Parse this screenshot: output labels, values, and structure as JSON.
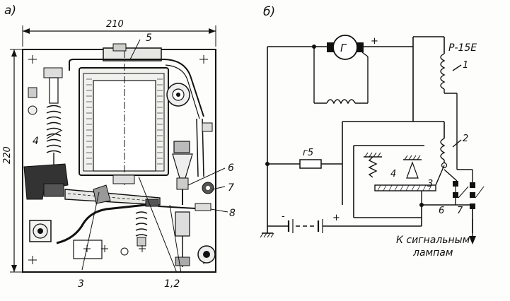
{
  "left_panel": {
    "label": "а)",
    "dim_width": "210",
    "dim_height": "220",
    "callouts": {
      "c5": "5",
      "c4": "4",
      "c6": "6",
      "c7": "7",
      "c8": "8",
      "c3": "3",
      "c12": "1,2"
    }
  },
  "right_panel": {
    "label": "б)",
    "generator": "Г",
    "plus_top": "+",
    "relay_name": "Р-15Е",
    "coil1": "1",
    "coil2": "2",
    "resistor": "г5",
    "spring4": "4",
    "contact3": "3",
    "contact6": "6",
    "contact7": "7",
    "battery_minus": "-",
    "battery_plus": "+",
    "lamps_line1": "К сигнальным",
    "lamps_line2": "лампам"
  }
}
